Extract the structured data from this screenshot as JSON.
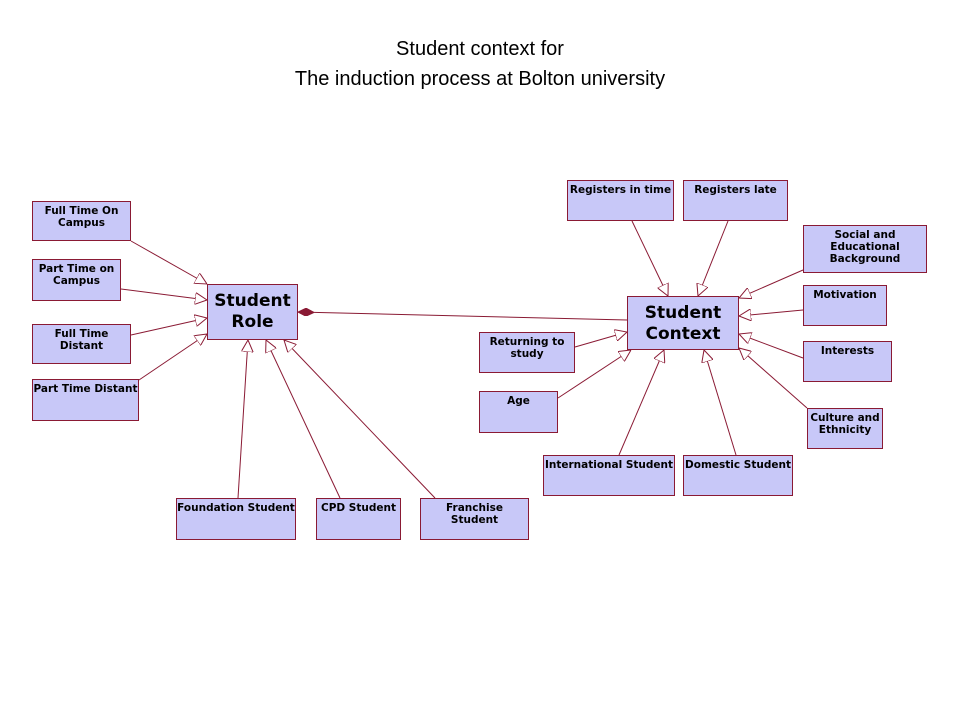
{
  "title": {
    "line1": "Student context for",
    "line2": "The induction process at Bolton university"
  },
  "nodes": {
    "student_role": "Student Role",
    "student_context": "Student Context",
    "full_time_on_campus": "Full Time On Campus",
    "part_time_on_campus": "Part Time on Campus",
    "full_time_distant": "Full Time Distant",
    "part_time_distant": "Part Time Distant",
    "foundation_student": "Foundation Student",
    "cpd_student": "CPD Student",
    "franchise_student": "Franchise Student",
    "registers_in_time": "Registers in time",
    "registers_late": "Registers late",
    "social_background": "Social and Educational Background",
    "motivation": "Motivation",
    "interests": "Interests",
    "culture_ethnicity": "Culture and Ethnicity",
    "returning_to_study": "Returning to study",
    "age": "Age",
    "international_student": "International Student",
    "domestic_student": "Domestic Student"
  },
  "colors": {
    "box_fill": "#c8c8f8",
    "line": "#8a1a34"
  }
}
